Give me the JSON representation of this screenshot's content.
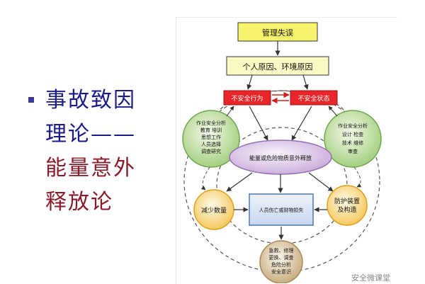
{
  "slide": {
    "title_lines": [
      "事故致因",
      "理论——",
      "能量意外",
      "释放论"
    ]
  },
  "diagram": {
    "nodes": {
      "management": "管理失误",
      "causes": "个人原因、环境原因",
      "unsafe_act": "不安全行为",
      "unsafe_state": "不安全状态",
      "left_circle": [
        "作业安全分析",
        "教育  培训",
        "思想工作",
        "人员选择",
        "调查研究"
      ],
      "right_circle": [
        "作业安全分析",
        "设计    检查",
        "技术    维修",
        "审查"
      ],
      "center_ellipse": "能量或危险物质意外释放",
      "reduce_circle": "减少数量",
      "protect_circle": [
        "防护装置",
        "及构造"
      ],
      "loss_box": "人员伤亡或财物损失",
      "bottom_circle": [
        "急救、修理",
        "更换、调查",
        "危险分析",
        "安全意识"
      ]
    },
    "colors": {
      "yellow": "#f7f36a",
      "cream": "#fbf9c4",
      "red": "#e8262a",
      "green_light": "#d9ecb8",
      "green_dark": "#7fb85a",
      "purple_light": "#ece0f2",
      "purple_dark": "#a27cc0",
      "orange_light": "#fdeeb3",
      "orange_dark": "#f2b334",
      "blue_light": "#dde6f4",
      "blue_dark": "#4d79b7",
      "brown_light": "#eadcc0",
      "brown_dark": "#a88a5a"
    }
  },
  "watermark": "安全微课堂"
}
